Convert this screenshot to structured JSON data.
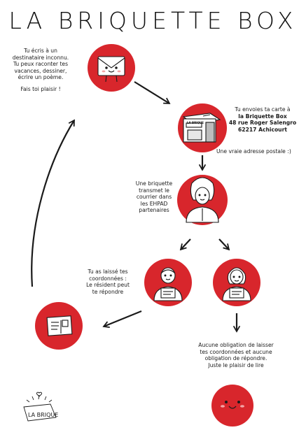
{
  "title": "LA BRIQUETTE BOX",
  "steps": {
    "write": {
      "lines": [
        "Tu écris à un",
        "destinataire inconnu.",
        "Tu peux raconter tes",
        "vacances, dessiner,",
        "écrire un poème."
      ],
      "extra": "Fais toi plaisir !"
    },
    "send": {
      "intro": "Tu envoies ta carte à",
      "name": "la Briquette Box",
      "street": "48 rue Roger Salengro",
      "city": "62217 Achicourt",
      "note": "Une vraie adresse postale  :)",
      "box_label": "LA BRIQUE"
    },
    "deliver": {
      "lines": [
        "Une briquette",
        "transmet le",
        "courrier dans",
        "les EHPAD",
        "partenaires"
      ]
    },
    "reply": {
      "lines": [
        "Tu as laissé tes",
        "coordonnées :",
        "Le résident peut",
        "te répondre"
      ]
    },
    "no_reply": {
      "lines": [
        "Aucune obligation de laisser",
        "tes coordonnées et aucune",
        "obligation de répondre.",
        "Juste le plaisir de lire"
      ]
    }
  },
  "logo": {
    "text": "LA BRIQUE"
  },
  "icons": [
    "envelope-icon",
    "mailbox-icon",
    "volunteer-icon",
    "resident-man-icon",
    "resident-woman-icon",
    "postcard-icon",
    "smiley-icon",
    "arrow-icon"
  ],
  "colors": {
    "accent": "#d8262c",
    "ink": "#1a1a1a",
    "background": "#ffffff"
  }
}
